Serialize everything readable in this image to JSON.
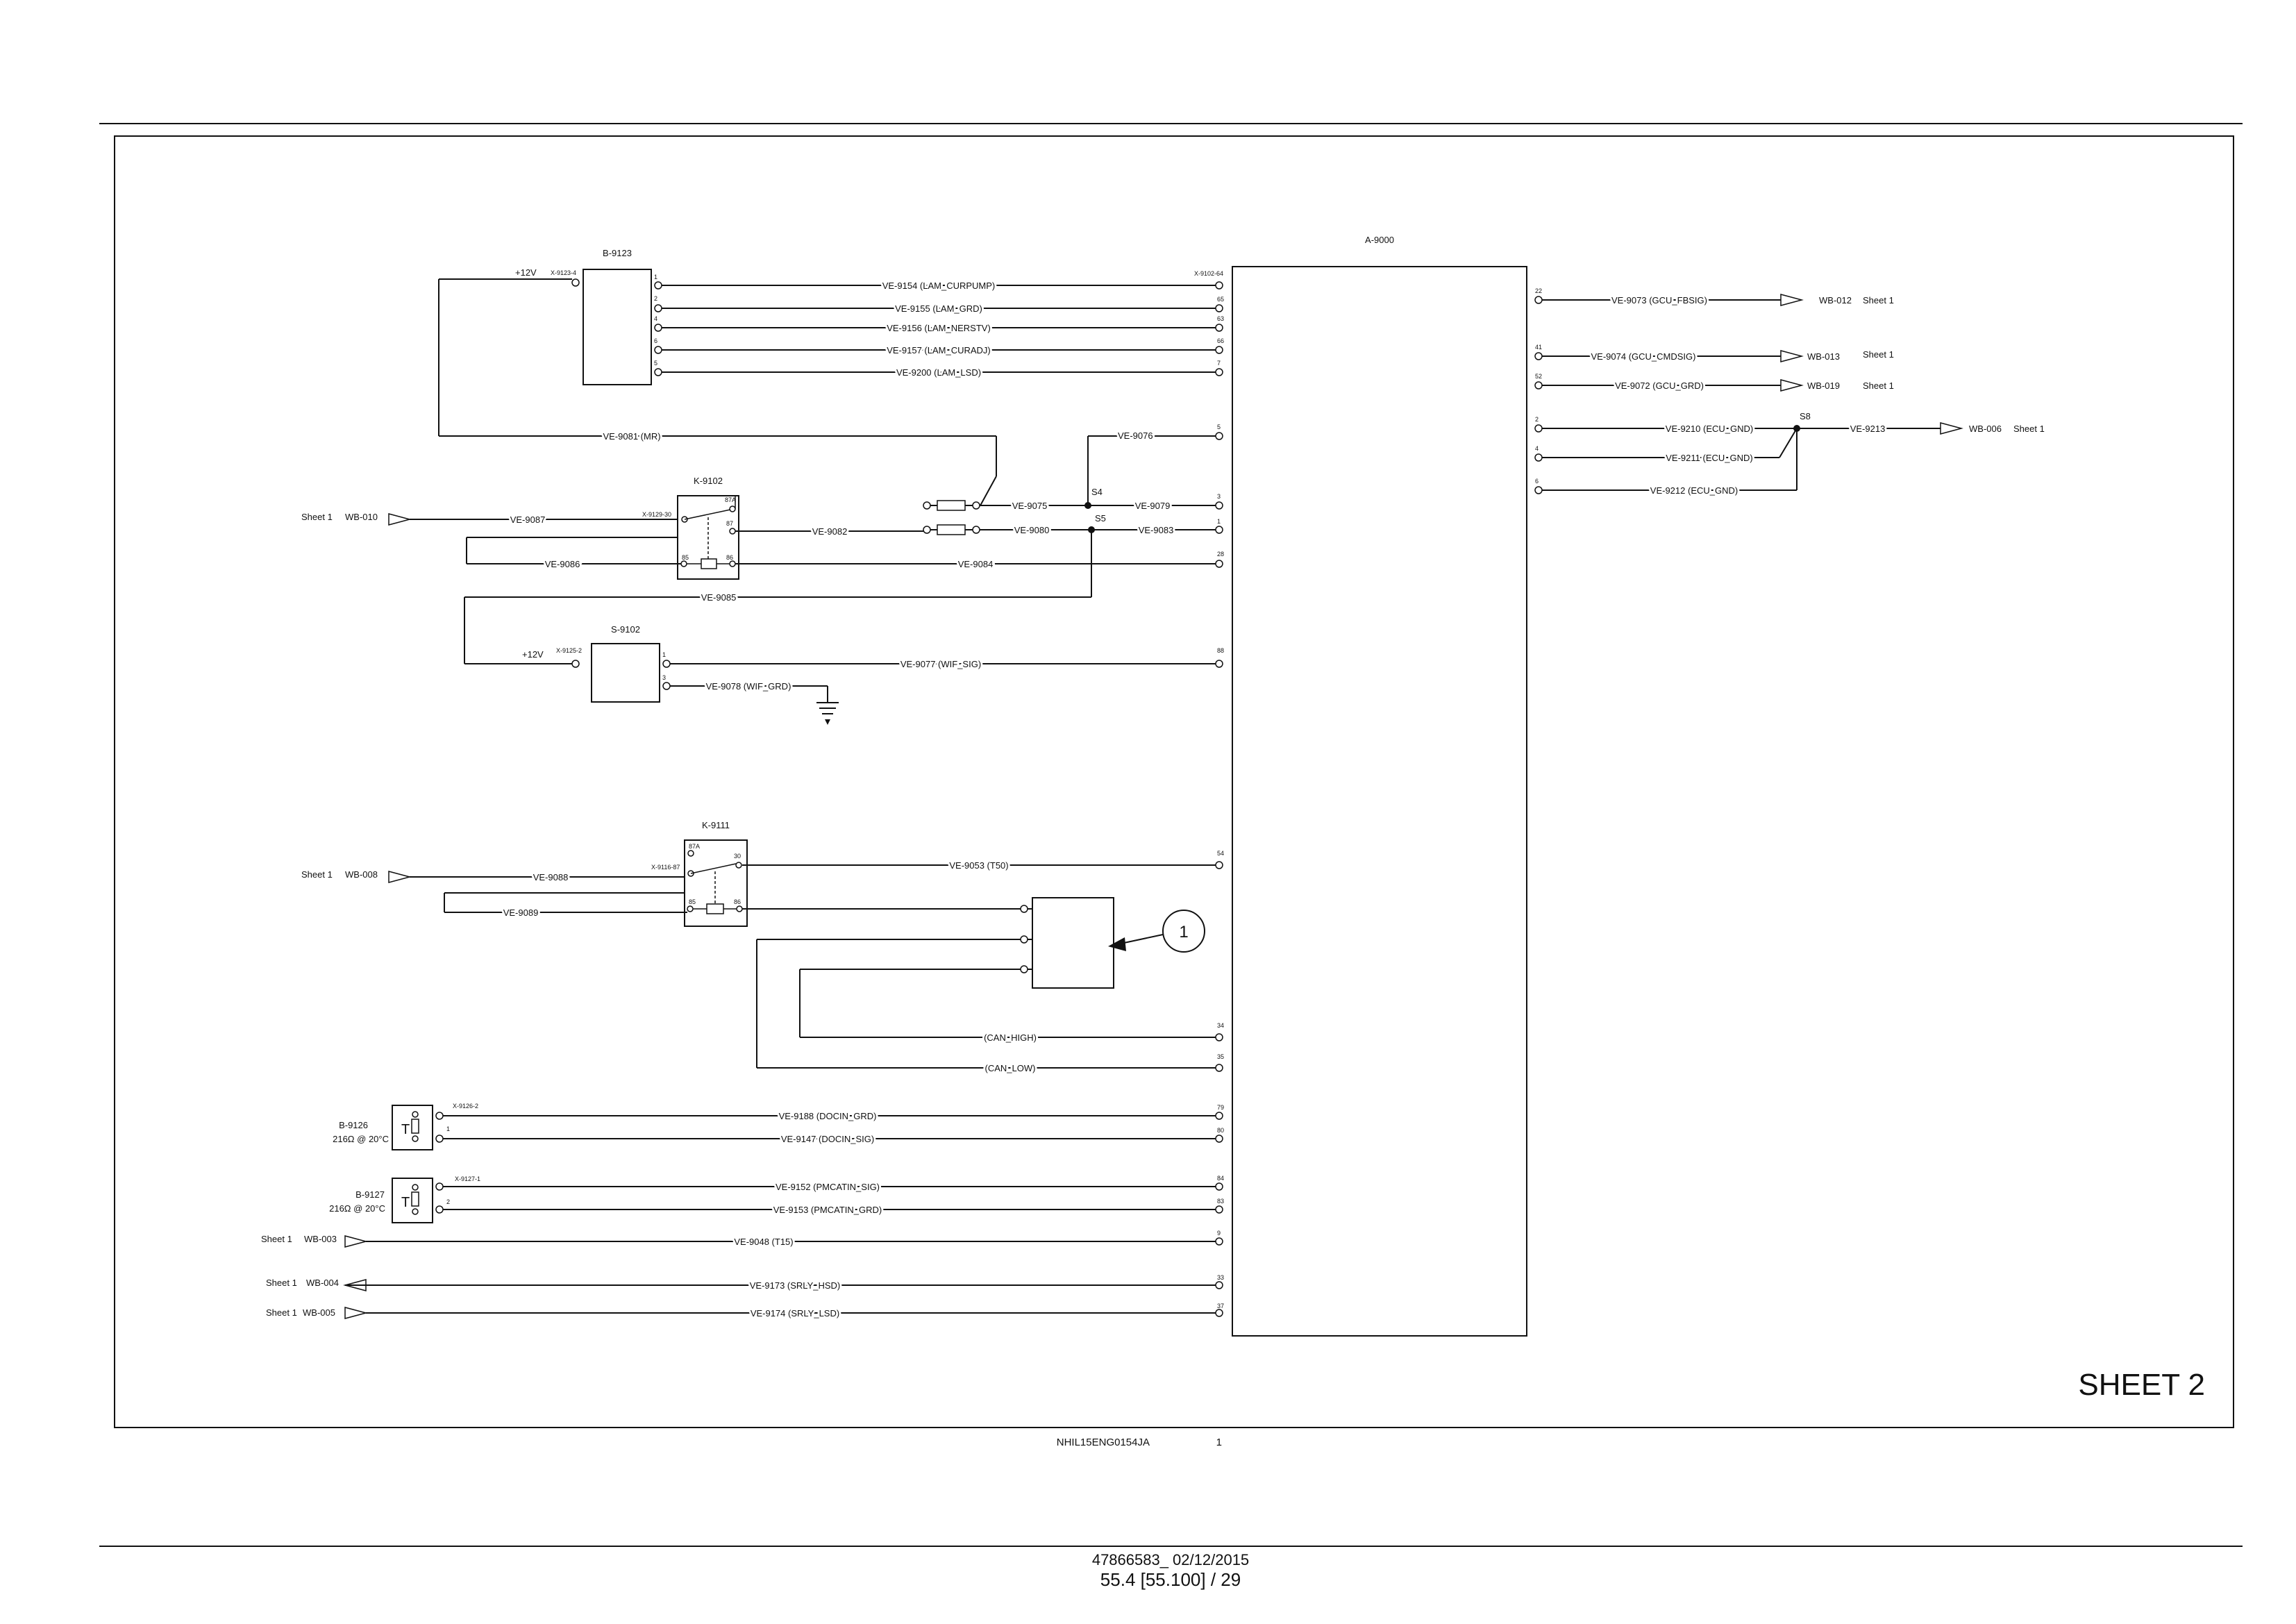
{
  "sheet_title": "SHEET 2",
  "figure_code": "NHIL15ENG0154JA",
  "figure_number": "1",
  "footer": {
    "doc": "47866583_ 02/12/2015",
    "page": "55.4 [55.100] / 29"
  },
  "callout": "1",
  "components": {
    "ecu": "A-9000",
    "b9123": "B-9123",
    "k9102": "K-9102",
    "s9102": "S-9102",
    "k9111": "K-9111",
    "b9126": "B-9126",
    "b9126_res": "216Ω @ 20°C",
    "b9127": "B-9127",
    "b9127_res": "216Ω @ 20°C",
    "t_symbol": "T"
  },
  "supply": {
    "v1": "+12V",
    "v2": "+12V"
  },
  "connectors": {
    "x9123": "X-9123-4",
    "x9102": "X-9102-64",
    "x9129": "X-9129-30",
    "x9125": "X-9125-2",
    "x9116": "X-9116-87",
    "x9126": "X-9126-2",
    "x9127": "X-9127-1"
  },
  "splices": {
    "s4": "S4",
    "s5": "S5",
    "s8": "S8"
  },
  "wires": {
    "w9154": "VE-9154 (LAM_CURPUMP)",
    "w9155": "VE-9155 (LAM_GRD)",
    "w9156": "VE-9156 (LAM_NERSTV)",
    "w9157": "VE-9157 (LAM_CURADJ)",
    "w9200": "VE-9200 (LAM_LSD)",
    "w9081": "VE-9081 (MR)",
    "w9076": "VE-9076",
    "w9075": "VE-9075",
    "w9079": "VE-9079",
    "w9087": "VE-9087",
    "w9082": "VE-9082",
    "w9080": "VE-9080",
    "w9083": "VE-9083",
    "w9086": "VE-9086",
    "w9084": "VE-9084",
    "w9085": "VE-9085",
    "w9077": "VE-9077 (WIF_SIG)",
    "w9078": "VE-9078 (WIF_GRD)",
    "w9088": "VE-9088",
    "w9053": "VE-9053 (T50)",
    "w9089": "VE-9089",
    "can_high": "(CAN_HIGH)",
    "can_low": "(CAN_LOW)",
    "w9188": "VE-9188 (DOCIN_GRD)",
    "w9147": "VE-9147 (DOCIN_SIG)",
    "w9152": "VE-9152 (PMCATIN_SIG)",
    "w9153": "VE-9153 (PMCATIN_GRD)",
    "w9048": "VE-9048 (T15)",
    "w9173": "VE-9173 (SRLY_HSD)",
    "w9174": "VE-9174 (SRLY_LSD)",
    "w9073": "VE-9073 (GCU_FBSIG)",
    "w9074": "VE-9074 (GCU_CMDSIG)",
    "w9072": "VE-9072 (GCU_GRD)",
    "w9210": "VE-9210 (ECU_GND)",
    "w9211": "VE-9211 (ECU_GND)",
    "w9212": "VE-9212 (ECU_GND)",
    "w9213": "VE-9213"
  },
  "refs": {
    "wb010": "WB-010",
    "wb008": "WB-008",
    "wb003": "WB-003",
    "wb004": "WB-004",
    "wb005": "WB-005",
    "wb012": "WB-012",
    "wb013": "WB-013",
    "wb019": "WB-019",
    "wb006": "WB-006",
    "sheet": "Sheet 1"
  },
  "pins": {
    "ecu": [
      "64",
      "65",
      "63",
      "66",
      "7",
      "5",
      "3",
      "1",
      "28",
      "88",
      "54",
      "34",
      "35",
      "79",
      "80",
      "84",
      "83",
      "9",
      "33",
      "37"
    ],
    "ecu_right": [
      "22",
      "41",
      "52",
      "2",
      "4",
      "6"
    ],
    "b9123": [
      "1",
      "2",
      "4",
      "6",
      "5"
    ],
    "k9102": [
      "87A",
      "87",
      "85",
      "86"
    ],
    "k9111": [
      "87A",
      "30",
      "85",
      "86"
    ],
    "s9102": [
      "1",
      "3"
    ],
    "sensor": [
      "1",
      "2"
    ]
  }
}
